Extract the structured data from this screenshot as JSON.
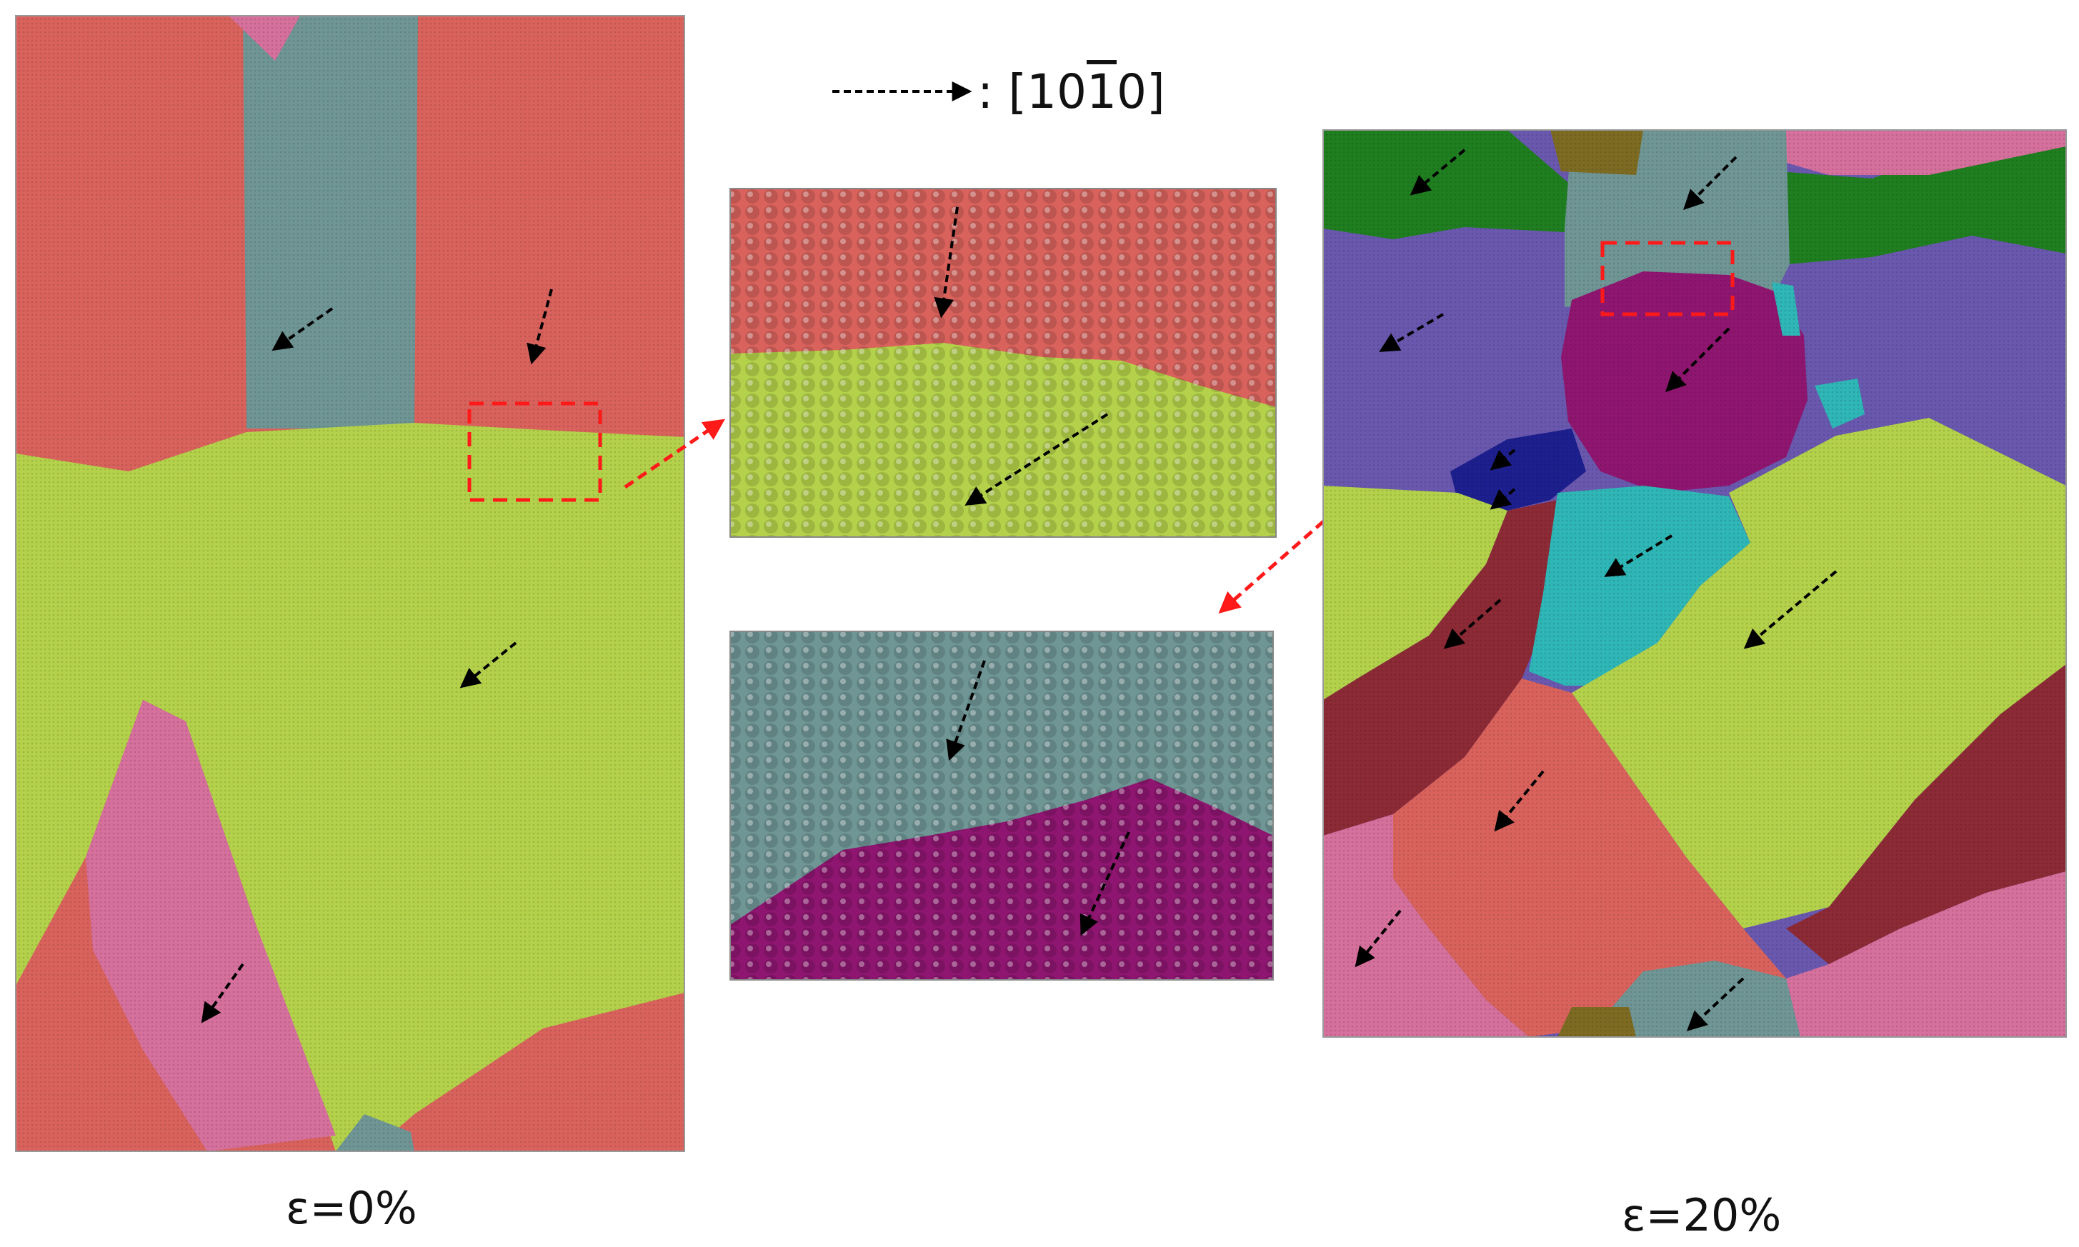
{
  "legend": {
    "direction_text": ": [10",
    "direction_overbar_digit": "1",
    "direction_tail": "0]"
  },
  "captions": {
    "left": "ε=0%",
    "right": "ε=20%"
  },
  "colors": {
    "red": "#d9625c",
    "gray": "#6f9595",
    "green_yellow": "#b3d14a",
    "pink": "#d6709d",
    "magenta": "#8f1670",
    "dark_green": "#1f7e1f",
    "purple": "#6958ae",
    "teal": "#2fb6b6",
    "dark_red": "#8c2a36",
    "navy": "#1d1f8e",
    "olive": "#7d6b22",
    "arrow": "#000000",
    "selection": "#ff1a1a"
  },
  "icons": [
    "grain-orientation-arrow-icon",
    "zoom-connector-arrow-icon",
    "selection-box-icon"
  ]
}
